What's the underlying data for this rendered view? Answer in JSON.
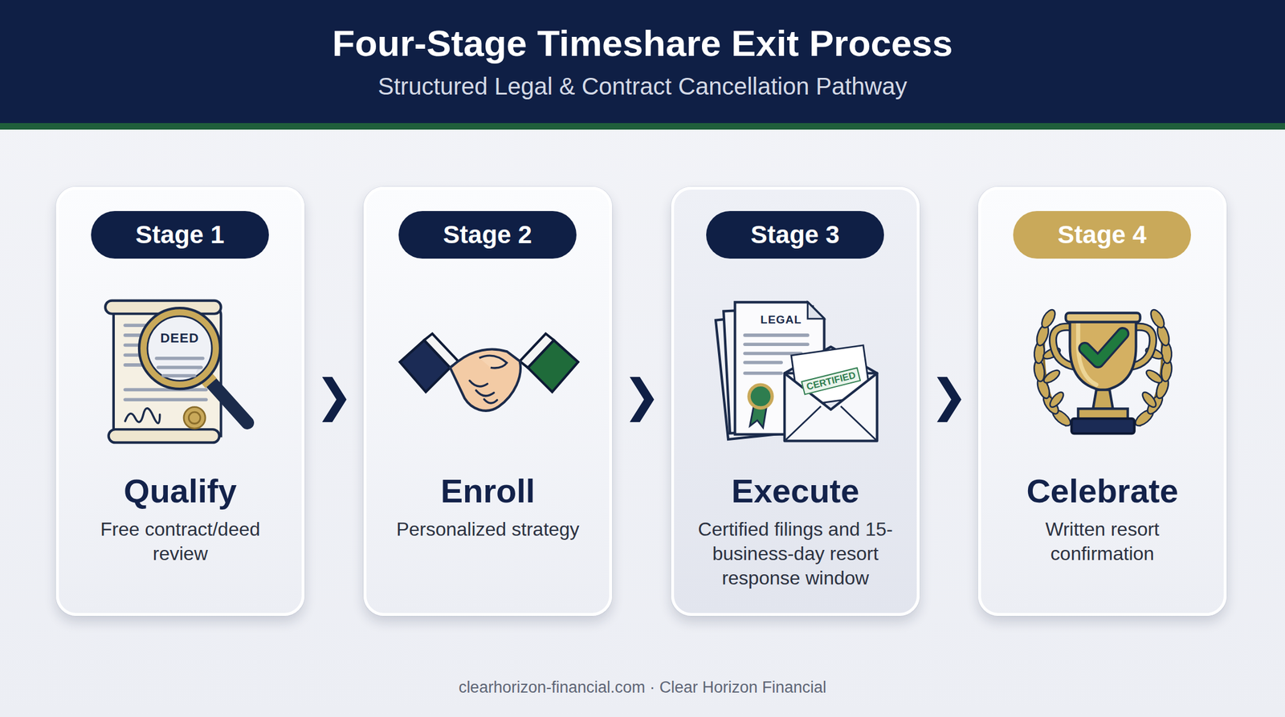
{
  "diagram": {
    "title": "Four-Stage Timeshare Exit Process",
    "nodes": [
      {
        "text": [
          "Qualify",
          "Free contract/deed review"
        ]
      },
      {
        "text": [
          "Stage 1"
        ],
        "in": 0
      },
      {
        "text": [
          "Enroll",
          "Personalized strategy"
        ]
      },
      {
        "text": [
          "Stage 2"
        ],
        "in": 2
      },
      {
        "text": [
          "Execute",
          "Certified filings and 15-business-day resort response window"
        ]
      },
      {
        "text": [
          "Stage 3"
        ],
        "in": 4
      },
      {
        "text": [
          "Celebrate",
          "Written resort confirmation"
        ]
      },
      {
        "text": [
          "Stage 4"
        ],
        "in": 6
      }
    ],
    "edges": [
      {
        "from": 0,
        "to": 2,
        "arrow": "to"
      },
      {
        "from": 2,
        "to": 4,
        "arrow": "to"
      },
      {
        "from": 4,
        "to": 6,
        "arrow": "to"
      }
    ],
    "labels": [
      "Structured Legal & Contract Cancellation Pathway",
      "DEED",
      "LEGAL",
      "CERTIFIED",
      "clearhorizon-financial.com · Clear Horizon Financial"
    ]
  }
}
